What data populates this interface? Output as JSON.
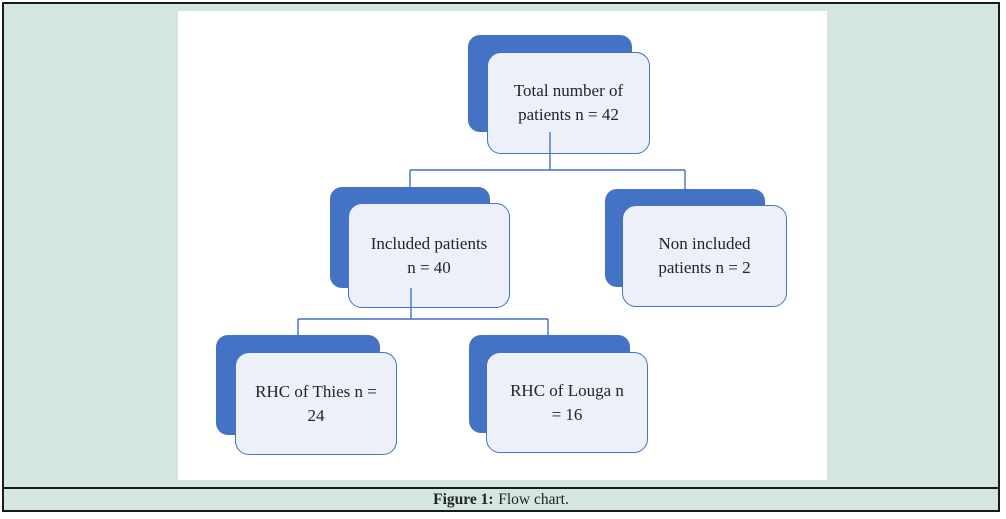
{
  "figure": {
    "caption_label": "Figure 1:",
    "caption_text": "Flow chart."
  },
  "flowchart": {
    "type": "flow-chart",
    "nodes": [
      {
        "id": "total",
        "line1": "Total number of",
        "line2": "patients n = 42",
        "n": 42
      },
      {
        "id": "included",
        "line1": "Included patients",
        "line2": "n = 40",
        "n": 40
      },
      {
        "id": "non_included",
        "line1": "Non included",
        "line2": "patients n = 2",
        "n": 2
      },
      {
        "id": "rhc_thies",
        "line1": "RHC of Thies n =",
        "line2": "24",
        "n": 24
      },
      {
        "id": "rhc_louga",
        "line1": "RHC of Louga n",
        "line2": "= 16",
        "n": 16
      }
    ],
    "edges": [
      [
        "total",
        "included"
      ],
      [
        "total",
        "non_included"
      ],
      [
        "included",
        "rhc_thies"
      ],
      [
        "included",
        "rhc_louga"
      ]
    ]
  },
  "colors": {
    "node_back": "#4472c4",
    "node_front_fill": "#edf0f9",
    "node_front_border": "#4472c4",
    "connector": "#4472c4",
    "page_background": "#ffffff",
    "frame_background": "#d4e6e2",
    "frame_border": "#1a1a1a",
    "text": "#242424"
  }
}
